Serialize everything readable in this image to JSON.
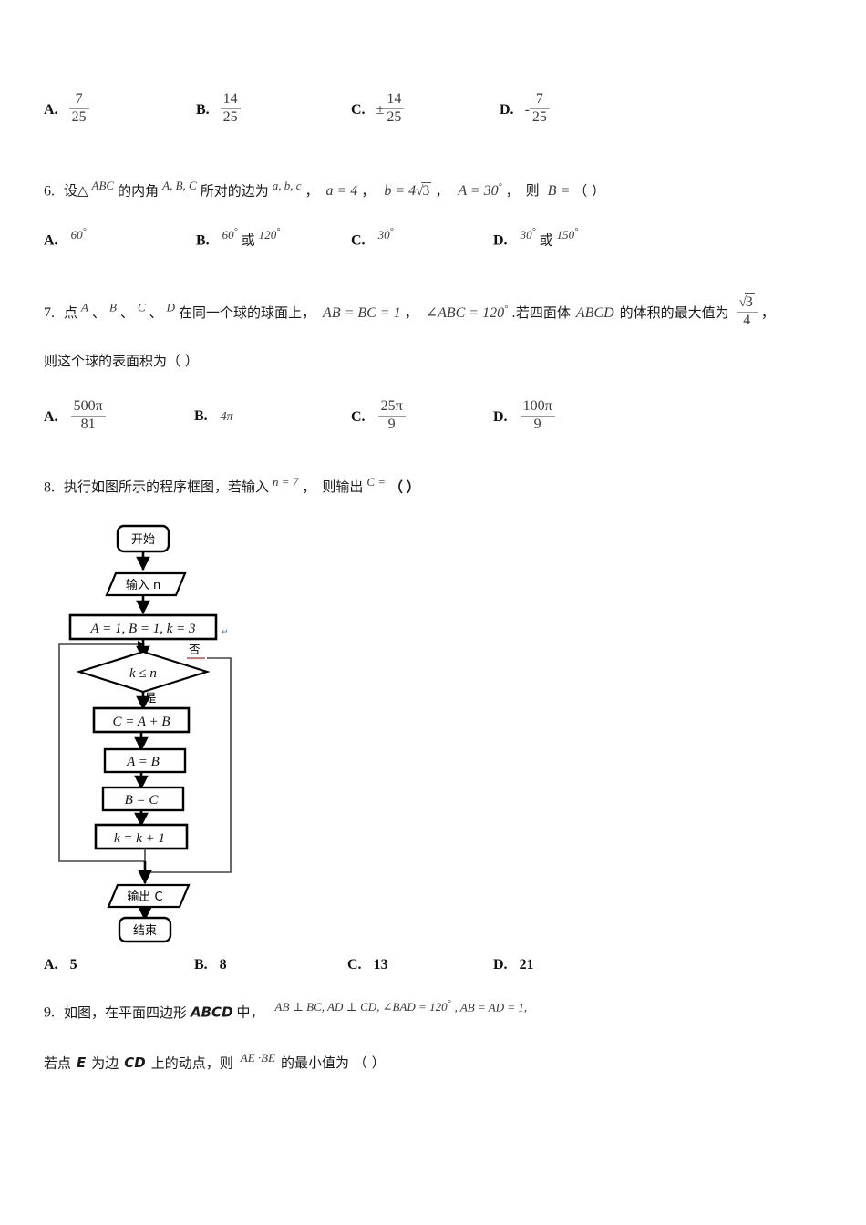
{
  "document": {
    "type": "math-exam-page",
    "language": "zh-CN"
  },
  "q5_options": {
    "a": {
      "letter": "A.",
      "num": "7",
      "den": "25",
      "sign": ""
    },
    "b": {
      "letter": "B.",
      "num": "14",
      "den": "25",
      "sign": ""
    },
    "c": {
      "letter": "C.",
      "num": "14",
      "den": "25",
      "sign": "±"
    },
    "d": {
      "letter": "D.",
      "num": "7",
      "den": "25",
      "sign": "-"
    }
  },
  "q6": {
    "number": "6.",
    "stem_1": "设△",
    "stem_abc": "ABC",
    "stem_2": "的内角",
    "stem_angles": "A, B, C",
    "stem_3": "所对的边为",
    "stem_sides": "a, b, c",
    "comma1": "，",
    "a_eq": "a = 4",
    "comma2": "，",
    "b_eq_prefix": "b = 4",
    "b_radicand": "3",
    "comma3": "，",
    "A_eq": "A = 30",
    "comma4": "，",
    "tail": "则",
    "B_eq": "B =",
    "paren": "（ ）",
    "options": {
      "a": {
        "letter": "A.",
        "value": "60",
        "conj": "",
        "value2": ""
      },
      "b": {
        "letter": "B.",
        "value": "60",
        "conj": "或",
        "value2": "120"
      },
      "c": {
        "letter": "C.",
        "value": "30",
        "conj": "",
        "value2": ""
      },
      "d": {
        "letter": "D.",
        "value": "30",
        "conj": "或",
        "value2": "150"
      }
    }
  },
  "q7": {
    "number": "7.",
    "stem_1": "点",
    "pt_a": "A",
    "sep1": "、",
    "pt_b": "B",
    "sep2": "、",
    "pt_c": "C",
    "sep3": "、",
    "pt_d": "D",
    "stem_2": "在同一个球的球面上，",
    "ab_bc": "AB = BC = 1",
    "comma1": "，",
    "angle_abc": "∠ABC = 120",
    "stem_3": ".若四面体",
    "abcd": "ABCD",
    "stem_4": "的体积的最大值为",
    "vol_num_radicand": "3",
    "vol_den": "4",
    "comma2": "，",
    "line2": "则这个球的表面积为（  ）",
    "options": {
      "a": {
        "letter": "A.",
        "num": "500π",
        "den": "81"
      },
      "b": {
        "letter": "B.",
        "plain": "4π"
      },
      "c": {
        "letter": "C.",
        "num": "25π",
        "den": "9"
      },
      "d": {
        "letter": "D.",
        "num": "100π",
        "den": "9"
      }
    }
  },
  "q8": {
    "number": "8.",
    "stem_1": "执行如图所示的程序框图，若输入",
    "n_eq": "n = 7",
    "comma": "，",
    "stem_2": "则输出",
    "c_eq": "C =",
    "paren": "（  ）",
    "flowchart": {
      "start": "开始",
      "input": "输入 n",
      "init": "A = 1, B = 1, k = 3",
      "decision": "k ≤ n",
      "branch_no": "否",
      "branch_yes": "是",
      "step_c": "C = A + B",
      "step_a": "A = B",
      "step_b": "B = C",
      "step_k": "k = k + 1",
      "output": "输出 C",
      "end": "结束"
    },
    "options": {
      "a": {
        "letter": "A.",
        "value": "5"
      },
      "b": {
        "letter": "B.",
        "value": "8"
      },
      "c": {
        "letter": "C.",
        "value": "13"
      },
      "d": {
        "letter": "D.",
        "value": "21"
      }
    }
  },
  "q9": {
    "number": "9.",
    "stem_1": "如图，在平面四边形",
    "abcd": "ABCD",
    "stem_2": "中，",
    "cond": "AB ⊥ BC, AD ⊥ CD, ∠BAD = 120",
    "cond_tail": ", AB = AD = 1,",
    "line2_1": "若点",
    "e": "E",
    "line2_2": "为边",
    "cd": "CD",
    "line2_3": "上的动点，则",
    "expr": "AE ·BE",
    "line2_4": "的最小值为 （  ）"
  }
}
